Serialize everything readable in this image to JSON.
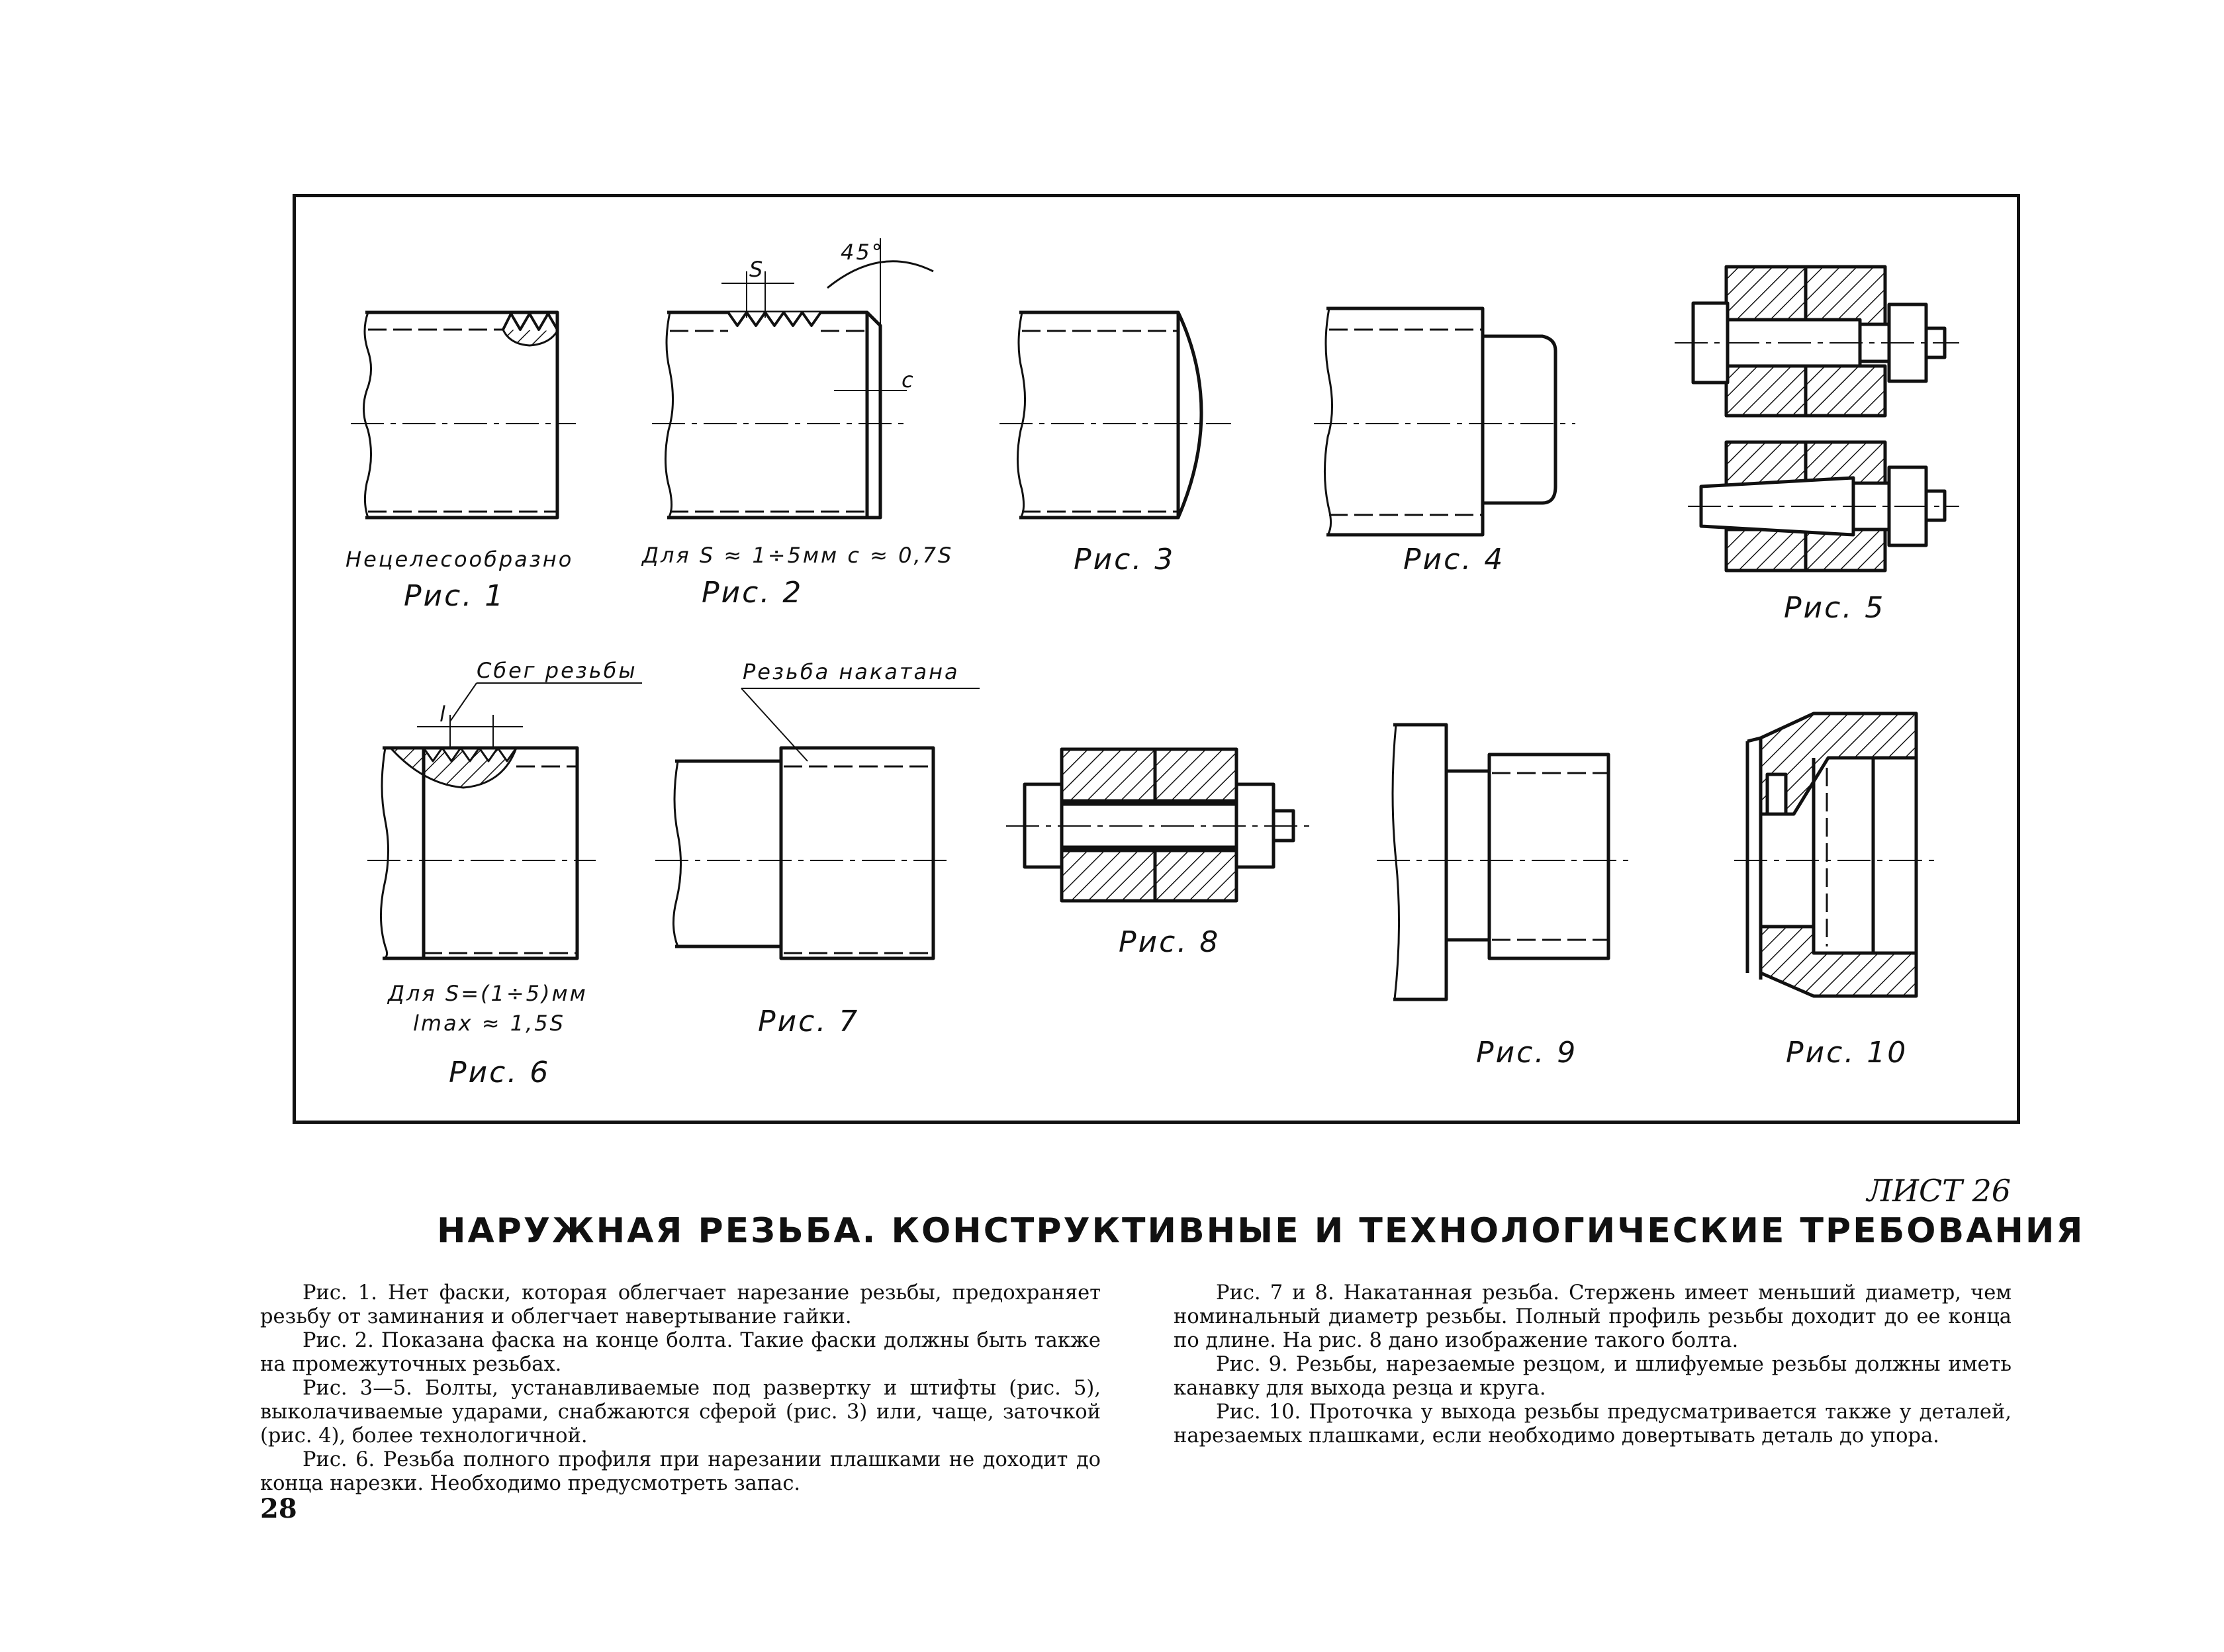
{
  "figures": {
    "fig1": {
      "note": "Нецелесообразно",
      "caption": "Рис. 1"
    },
    "fig2": {
      "note": "Для S ≈ 1÷5мм  c ≈ 0,7S",
      "caption": "Рис. 2",
      "dim_s": "S",
      "dim_c": "c",
      "angle": "45°"
    },
    "fig3": {
      "caption": "Рис. 3"
    },
    "fig4": {
      "caption": "Рис. 4"
    },
    "fig5": {
      "caption": "Рис. 5"
    },
    "fig6": {
      "leader": "Сбег резьбы",
      "dim_l": "l",
      "note1": "Для S=(1÷5)мм",
      "note2": "lmax ≈ 1,5S",
      "caption": "Рис. 6"
    },
    "fig7": {
      "leader": "Резьба накатана",
      "caption": "Рис. 7"
    },
    "fig8": {
      "caption": "Рис. 8"
    },
    "fig9": {
      "caption": "Рис. 9"
    },
    "fig10": {
      "caption": "Рис. 10"
    }
  },
  "sheet_label": "ЛИСТ 26",
  "title": "НАРУЖНАЯ РЕЗЬБА. КОНСТРУКТИВНЫЕ  И ТЕХНОЛОГИЧЕСКИЕ ТРЕБОВАНИЯ",
  "left_column": [
    "Рис. 1. Нет фаски, которая облегчает нарезание резьбы, предохраняет резьбу от заминания и облегчает навертывание гайки.",
    "Рис. 2. Показана фаска на конце болта. Такие фаски должны быть также на промежуточных резьбах.",
    "Рис. 3—5. Болты, устанавливаемые под развертку и штифты (рис. 5), выколачиваемые ударами, снабжаются сферой (рис. 3) или, чаще, заточкой (рис. 4), более технологичной.",
    "Рис. 6. Резьба полного профиля при нарезании плашками не доходит до конца нарезки. Необходимо предусмотреть запас."
  ],
  "right_column": [
    "Рис. 7 и 8. Накатанная резьба. Стержень имеет меньший диаметр, чем номинальный диаметр резьбы. Полный профиль резьбы доходит до ее конца по длине. На рис. 8 дано изображение такого болта.",
    "Рис. 9. Резьбы, нарезаемые резцом, и шлифуемые резьбы должны иметь канавку для выхода резца и круга.",
    "Рис. 10. Проточка у выхода резьбы предусматривается также у деталей, нарезаемых плашками, если необходимо довертывать деталь до упора."
  ],
  "page_number": "28"
}
